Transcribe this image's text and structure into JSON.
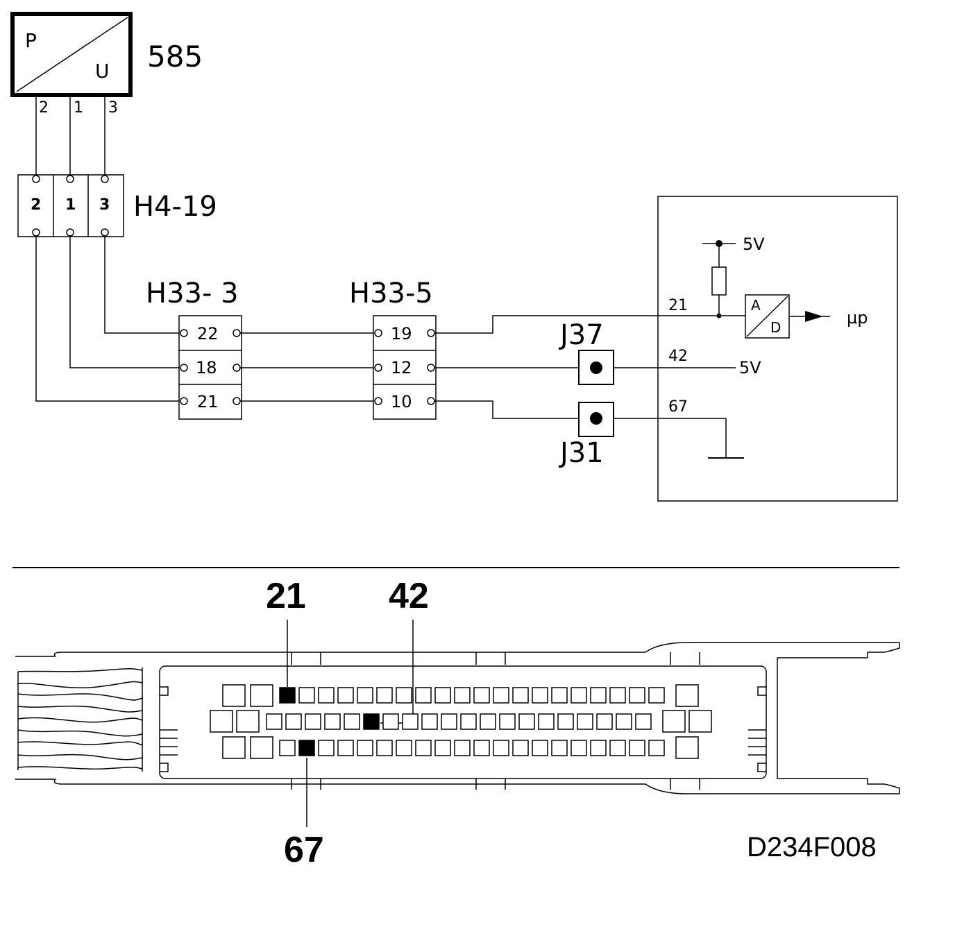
{
  "sensor": {
    "id": "585",
    "p_label": "P",
    "u_label": "U",
    "pins": [
      "2",
      "1",
      "3"
    ]
  },
  "connector_h4": {
    "name": "H4-19",
    "pins": [
      "2",
      "1",
      "3"
    ]
  },
  "connector_h33_3": {
    "name": "H33- 3",
    "pins": [
      "22",
      "18",
      "21"
    ]
  },
  "connector_h33_5": {
    "name": "H33-5",
    "pins": [
      "19",
      "12",
      "10"
    ]
  },
  "junction_top": {
    "name": "J37"
  },
  "junction_bottom": {
    "name": "J31"
  },
  "ecu": {
    "supply_top": "5V",
    "pin_signal": "21",
    "pin_supply": "42",
    "pin_ground": "67",
    "supply_out": "5V",
    "adc_a": "A",
    "adc_d": "D",
    "micro": "μp"
  },
  "plug": {
    "callout_21": "21",
    "callout_42": "42",
    "callout_67": "67"
  },
  "figure_code": "D234F008"
}
